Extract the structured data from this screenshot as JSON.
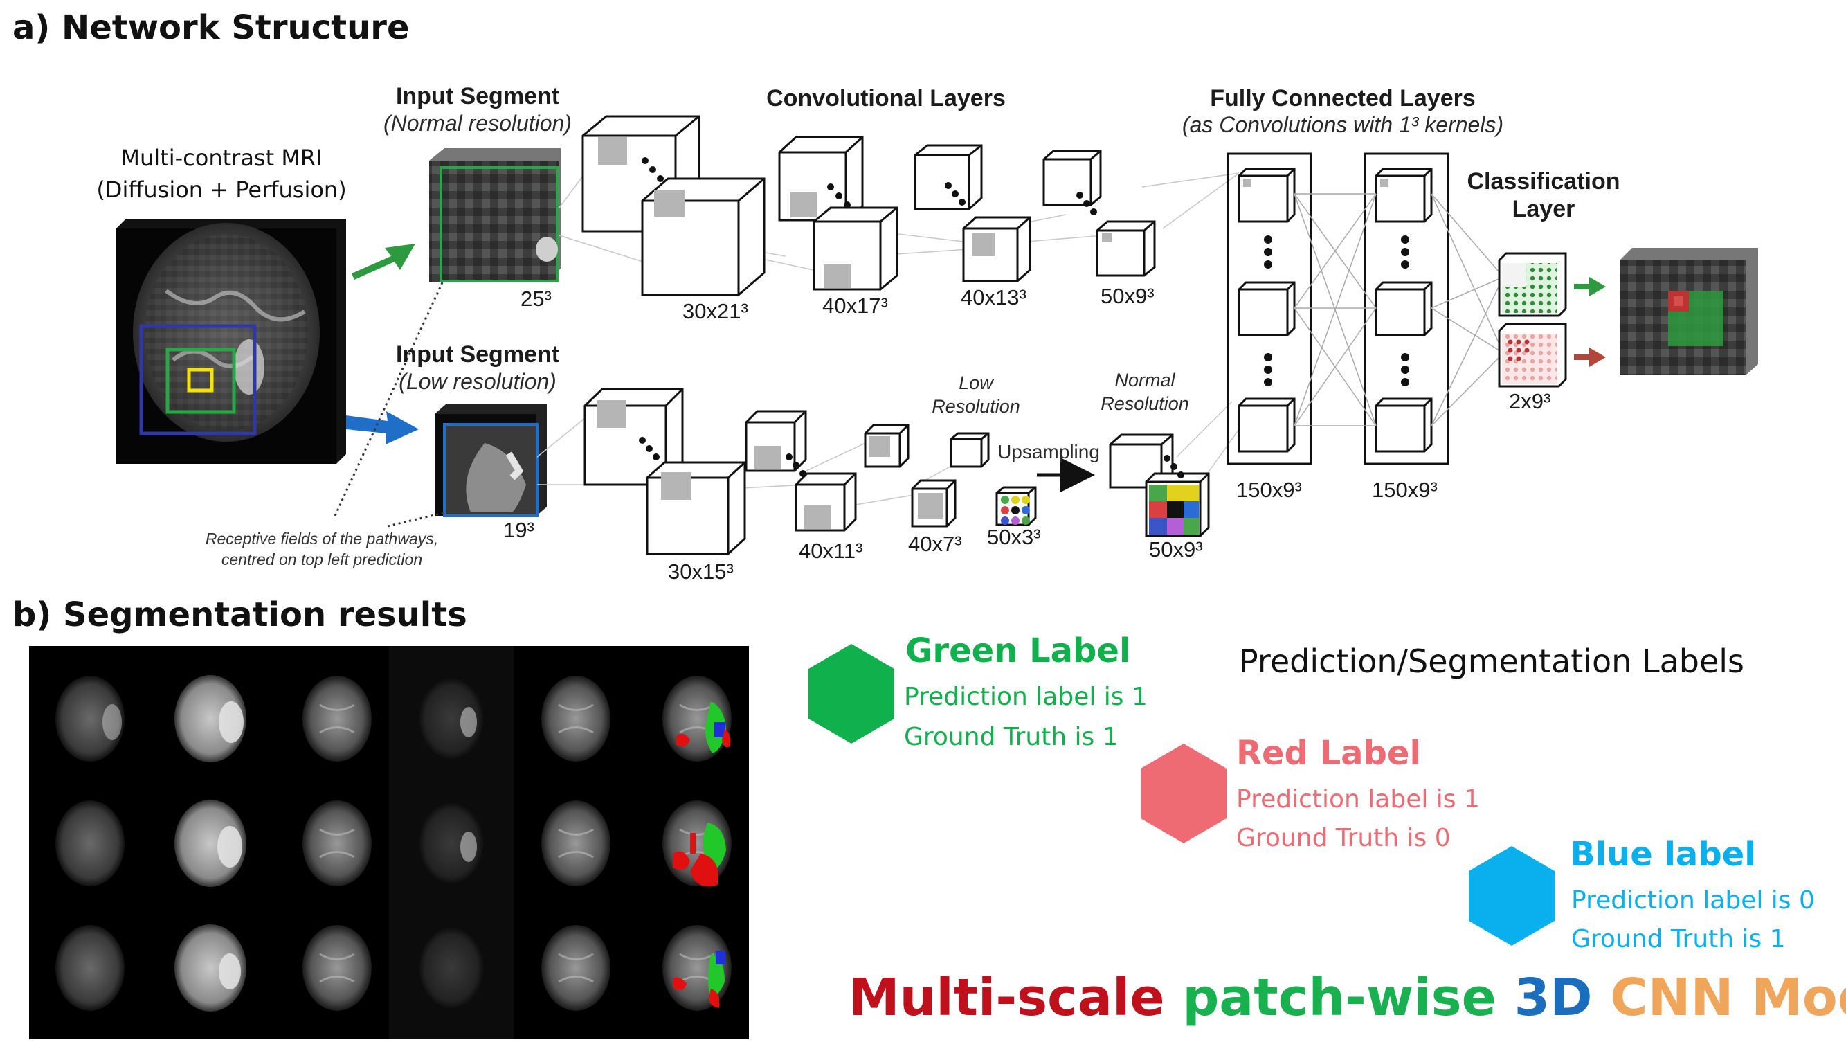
{
  "section_a_title": "a) Network Structure",
  "section_b_title": "b) Segmentation results",
  "mri_caption_line1": "Multi-contrast MRI",
  "mri_caption_line2": "(Diffusion + Perfusion)",
  "input_normal_title": "Input Segment",
  "input_normal_sub": "(Normal resolution)",
  "input_low_title": "Input Segment",
  "input_low_sub": "(Low resolution)",
  "conv_title": "Convolutional Layers",
  "fc_title": "Fully Connected Layers",
  "fc_sub": "(as Convolutions with 1³ kernels)",
  "cls_title_line1": "Classification",
  "cls_title_line2": "Layer",
  "low_res_line1": "Low",
  "low_res_line2": "Resolution",
  "normal_res_line1": "Normal",
  "normal_res_line2": "Resolution",
  "upsampling": "Upsampling",
  "receptive_line1": "Receptive fields of the pathways,",
  "receptive_line2": "centred on top left prediction",
  "dims": {
    "in_normal": "25³",
    "in_low": "19³",
    "top1": "30x21³",
    "top2": "40x17³",
    "top3": "40x13³",
    "top4": "50x9³",
    "bot1": "30x15³",
    "bot2": "40x11³",
    "bot3": "40x7³",
    "bot4": "50x3³",
    "bot_up": "50x9³",
    "fc1": "150x9³",
    "fc2": "150x9³",
    "cls": "2x9³"
  },
  "legend": {
    "title": "Prediction/Segmentation Labels",
    "green": {
      "title": "Green Label",
      "line1": "Prediction label is 1",
      "line2": "Ground Truth is 1",
      "color": "#10b04c"
    },
    "red": {
      "title": "Red Label",
      "line1": "Prediction label is 1",
      "line2": "Ground Truth is 0",
      "color": "#ef6b74"
    },
    "blue": {
      "title": "Blue label",
      "line1": "Prediction label is 0",
      "line2": "Ground Truth is 1",
      "color": "#0ab0ee"
    }
  },
  "model_title": {
    "part1": "Multi-scale",
    "part2": "patch-wise",
    "part3": "3D",
    "part4": "CNN Model",
    "color1": "#c0101c",
    "color2": "#19b04f",
    "color3": "#1a6ebd",
    "color4": "#f0a65a"
  },
  "colors": {
    "green_arrow": "#2e9a3f",
    "red_arrow": "#b0473a",
    "blue_arrow": "#1f6fc9",
    "outer_box": "#3037a8",
    "mid_box": "#28a845",
    "inner_box": "#f4e20a"
  }
}
